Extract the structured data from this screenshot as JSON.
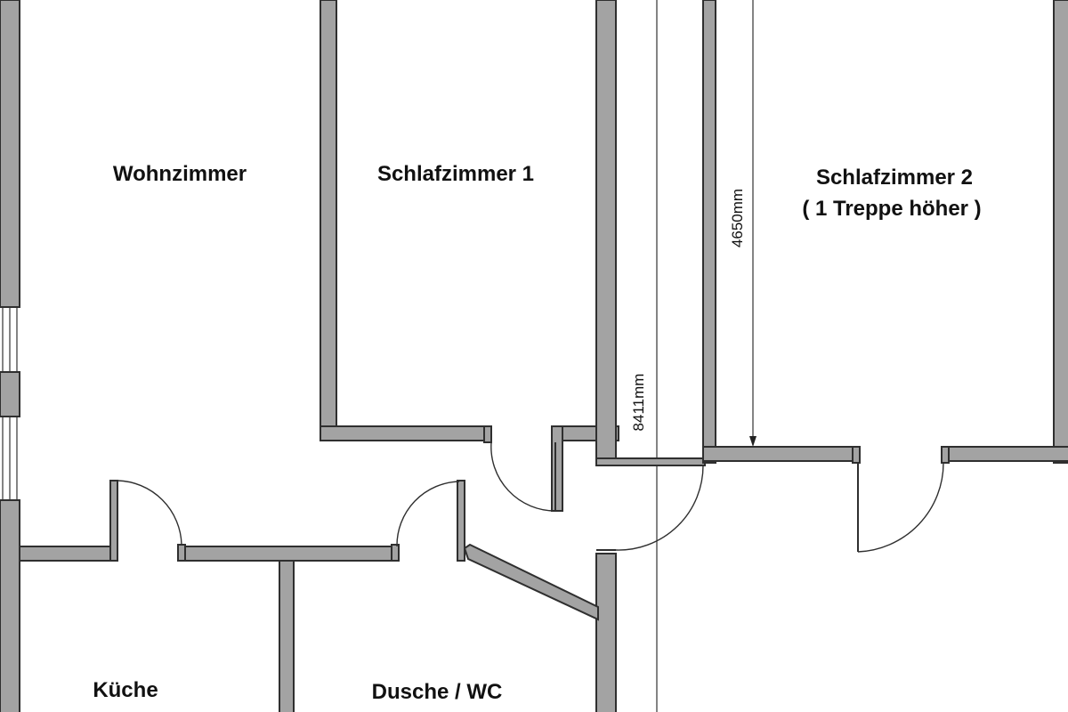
{
  "rooms": {
    "wohnzimmer": "Wohnzimmer",
    "schlafzimmer1": "Schlafzimmer 1",
    "schlafzimmer2": "Schlafzimmer 2",
    "schlafzimmer2_note": "( 1 Treppe höher )",
    "kueche": "Küche",
    "dusche_wc": "Dusche / WC"
  },
  "dimensions": {
    "corridor_length": "8411mm",
    "bedroom2_depth": "4650mm"
  },
  "colors": {
    "wall_fill": "#a3a3a3",
    "wall_stroke": "#2f2f2f",
    "background": "#ffffff"
  }
}
